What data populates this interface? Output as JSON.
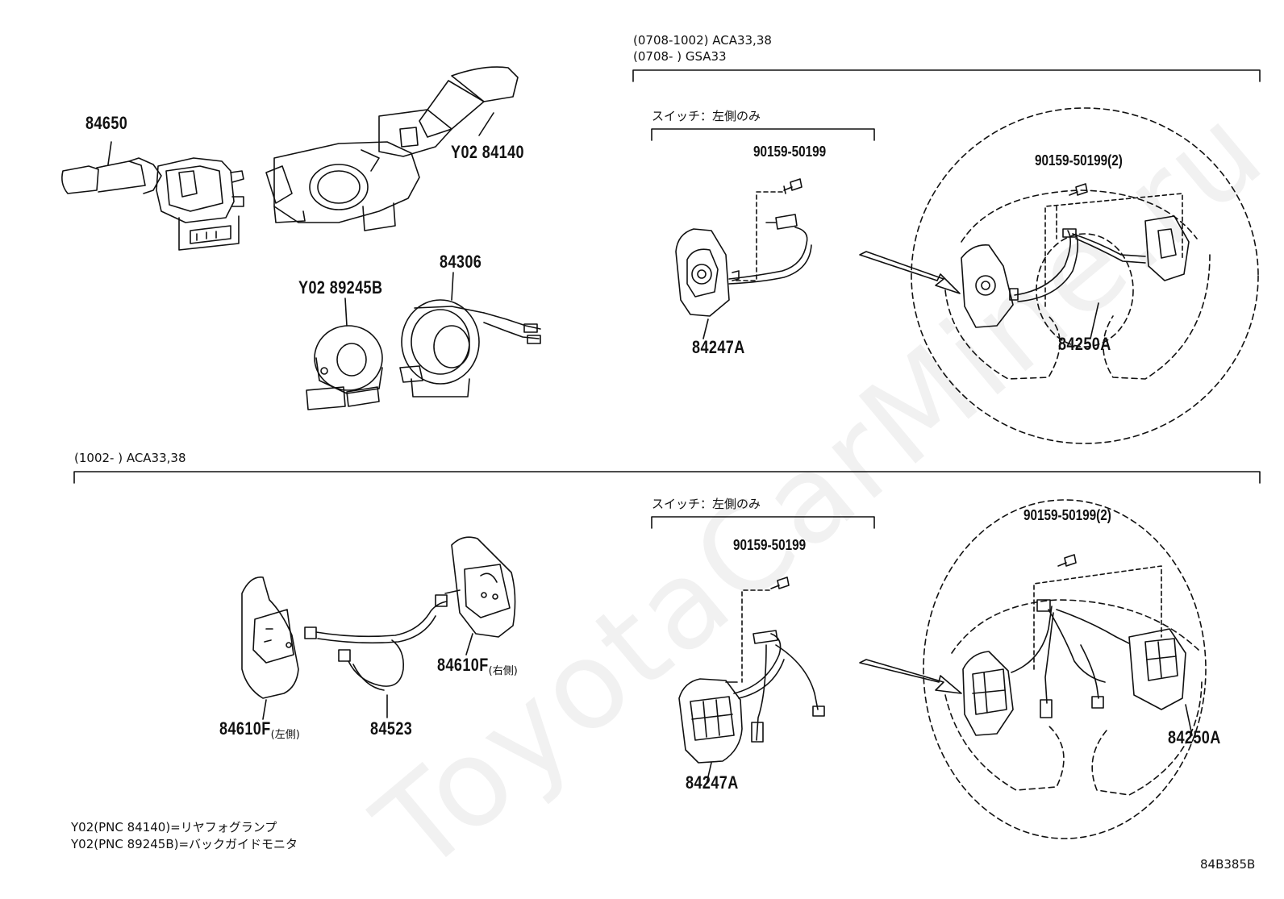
{
  "watermark": "ToyotaCarMine.ru",
  "sections": {
    "top_right_line1": "(0708-1002) ACA33,38",
    "top_right_line2": "(0708-        ) GSA33",
    "bottom_title": "(1002-        ) ACA33,38",
    "switch_note_top": "スイッチ：左側のみ",
    "switch_note_bottom": "スイッチ：左側のみ"
  },
  "parts": {
    "p84650": "84650",
    "p84140": "Y02 84140",
    "p84306": "84306",
    "p89245b": "Y02 89245B",
    "screw_top_left": "90159-50199",
    "screw_top_right": "90159-50199(2)",
    "p84247a_top": "84247A",
    "p84250a_top": "84250A",
    "p84610f_right": "84610F",
    "p84610f_right_side": "(右側)",
    "p84610f_left": "84610F",
    "p84610f_left_side": "(左側)",
    "p84523": "84523",
    "screw_bottom_left": "90159-50199",
    "screw_bottom_right": "90159-50199(2)",
    "p84247a_bottom": "84247A",
    "p84250a_bottom": "84250A"
  },
  "notes": {
    "line1": "Y02(PNC 84140)=リヤフォグランプ",
    "line2": "Y02(PNC 89245B)=バックガイドモニタ"
  },
  "diagram_id": "84B385B"
}
